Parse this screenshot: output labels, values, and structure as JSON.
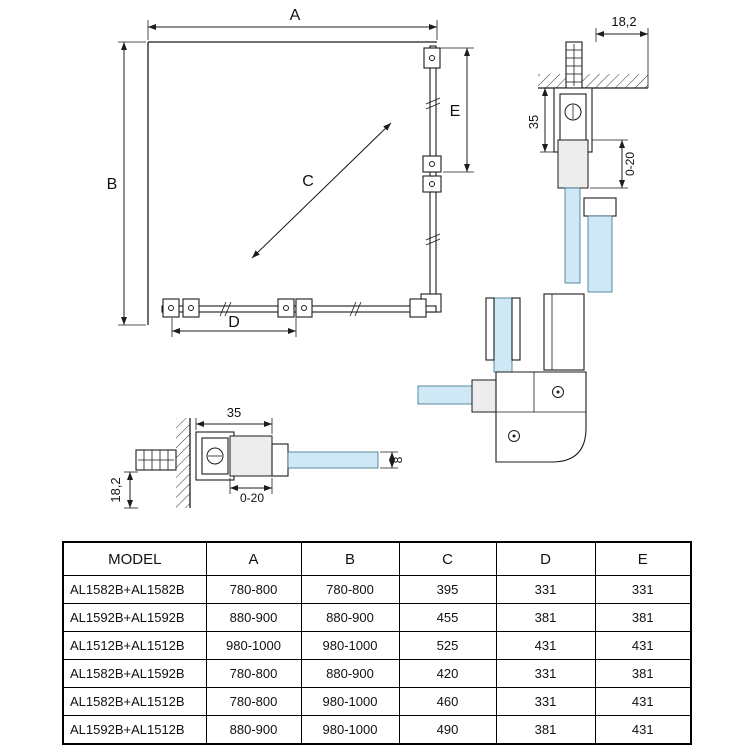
{
  "diagram": {
    "plan": {
      "dim_a": "A",
      "dim_b": "B",
      "dim_c": "C",
      "dim_d": "D",
      "dim_e": "E"
    },
    "top_detail": {
      "wall_offset": "18,2",
      "profile_depth": "35",
      "adjustment": "0-20"
    },
    "bottom_detail": {
      "profile_depth": "35",
      "adjustment": "0-20",
      "wall_offset": "18,2",
      "glass_thickness": "8"
    },
    "colors": {
      "glass": "#cfe8f6",
      "line": "#1c1c1c"
    }
  },
  "table": {
    "headers": [
      "MODEL",
      "A",
      "B",
      "C",
      "D",
      "E"
    ],
    "rows": [
      [
        "AL1582B+AL1582B",
        "780-800",
        "780-800",
        "395",
        "331",
        "331"
      ],
      [
        "AL1592B+AL1592B",
        "880-900",
        "880-900",
        "455",
        "381",
        "381"
      ],
      [
        "AL1512B+AL1512B",
        "980-1000",
        "980-1000",
        "525",
        "431",
        "431"
      ],
      [
        "AL1582B+AL1592B",
        "780-800",
        "880-900",
        "420",
        "331",
        "381"
      ],
      [
        "AL1582B+AL1512B",
        "780-800",
        "980-1000",
        "460",
        "331",
        "431"
      ],
      [
        "AL1592B+AL1512B",
        "880-900",
        "980-1000",
        "490",
        "381",
        "431"
      ]
    ]
  }
}
